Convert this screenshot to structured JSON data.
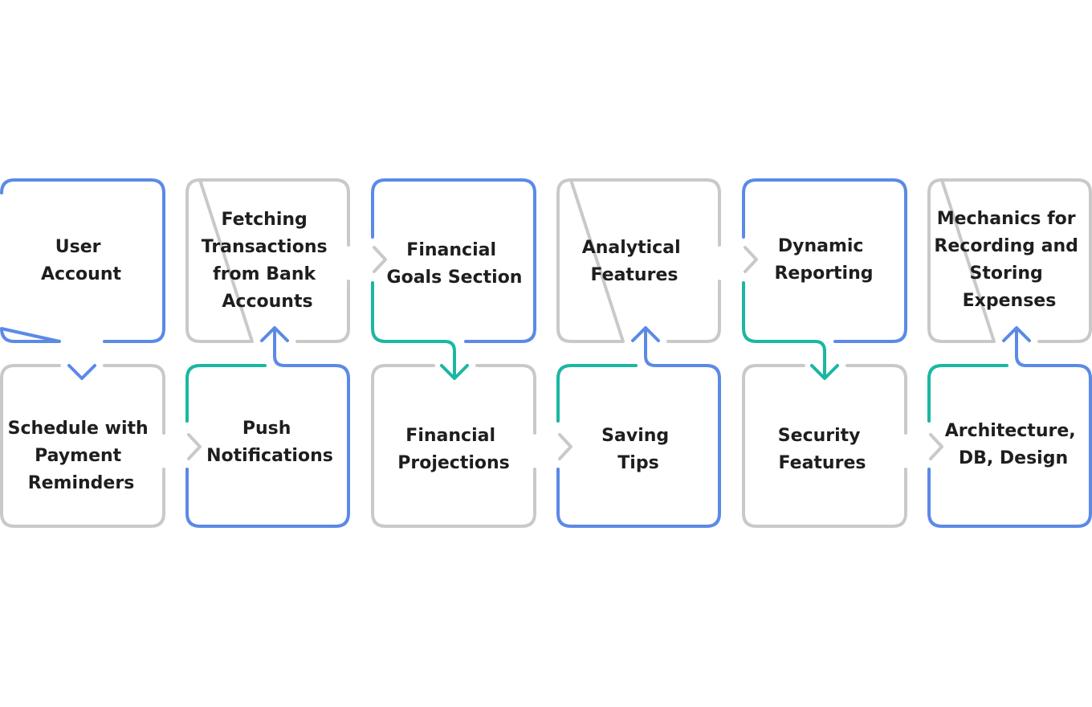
{
  "colors": {
    "blue": "#5b8ae6",
    "teal": "#1bb7a2",
    "gray": "#c9c9c9",
    "text": "#1e1e1e",
    "background": "#ffffff"
  },
  "steps": {
    "user_account": {
      "lines": [
        "User",
        "Account"
      ]
    },
    "payment_reminders": {
      "lines": [
        "Schedule with",
        "Payment",
        "Reminders"
      ]
    },
    "push_notifications": {
      "lines": [
        "Push",
        "Notifications"
      ]
    },
    "fetching_transactions": {
      "lines": [
        "Fetching",
        "Transactions",
        "from Bank",
        "Accounts"
      ]
    },
    "financial_goals": {
      "lines": [
        "Financial",
        "Goals Section"
      ]
    },
    "financial_projections": {
      "lines": [
        "Financial",
        "Projections"
      ]
    },
    "saving_tips": {
      "lines": [
        "Saving",
        "Tips"
      ]
    },
    "analytical_features": {
      "lines": [
        "Analytical",
        "Features"
      ]
    },
    "dynamic_reporting": {
      "lines": [
        "Dynamic",
        "Reporting"
      ]
    },
    "security_features": {
      "lines": [
        "Security",
        "Features"
      ]
    },
    "architecture": {
      "lines": [
        "Architecture,",
        "DB, Design"
      ]
    },
    "expenses_mechanics": {
      "lines": [
        "Mechanics for",
        "Recording and",
        "Storing",
        "Expenses"
      ]
    }
  }
}
